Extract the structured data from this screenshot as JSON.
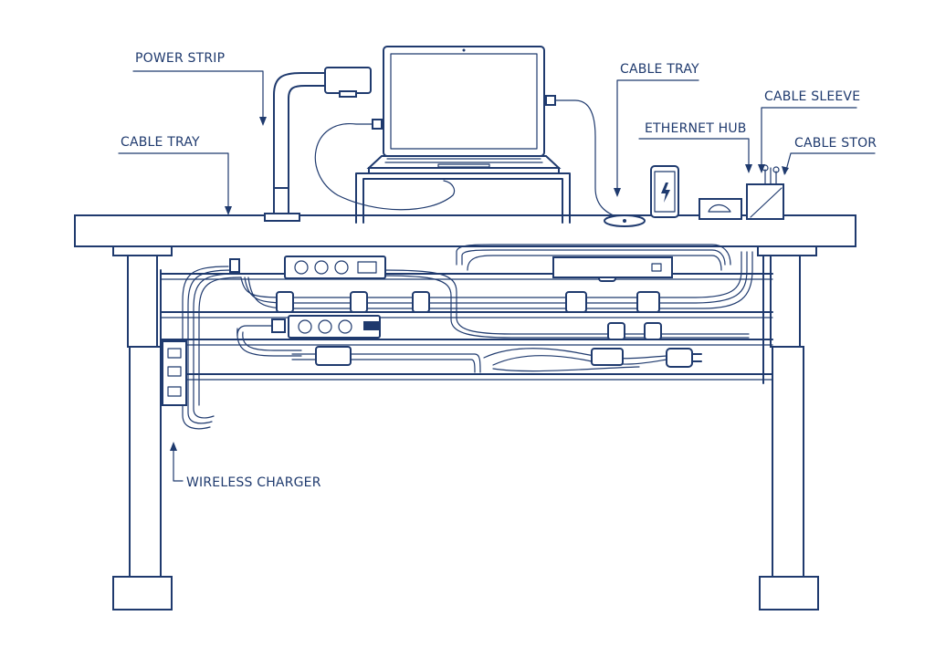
{
  "labels": {
    "power_strip": "POWER STRIP",
    "cable_tray_left": "CABLE TRAY",
    "cable_tray_top": "CABLE TRAY",
    "ethernet_hub": "ETHERNET HUB",
    "cable_sleeve": "CABLE SLEEVE",
    "cable_stor": "CABLE STOR",
    "wireless_charger": "WIRELESS CHARGER"
  },
  "colors": {
    "ink": "#1f3a6e",
    "background": "#ffffff"
  }
}
